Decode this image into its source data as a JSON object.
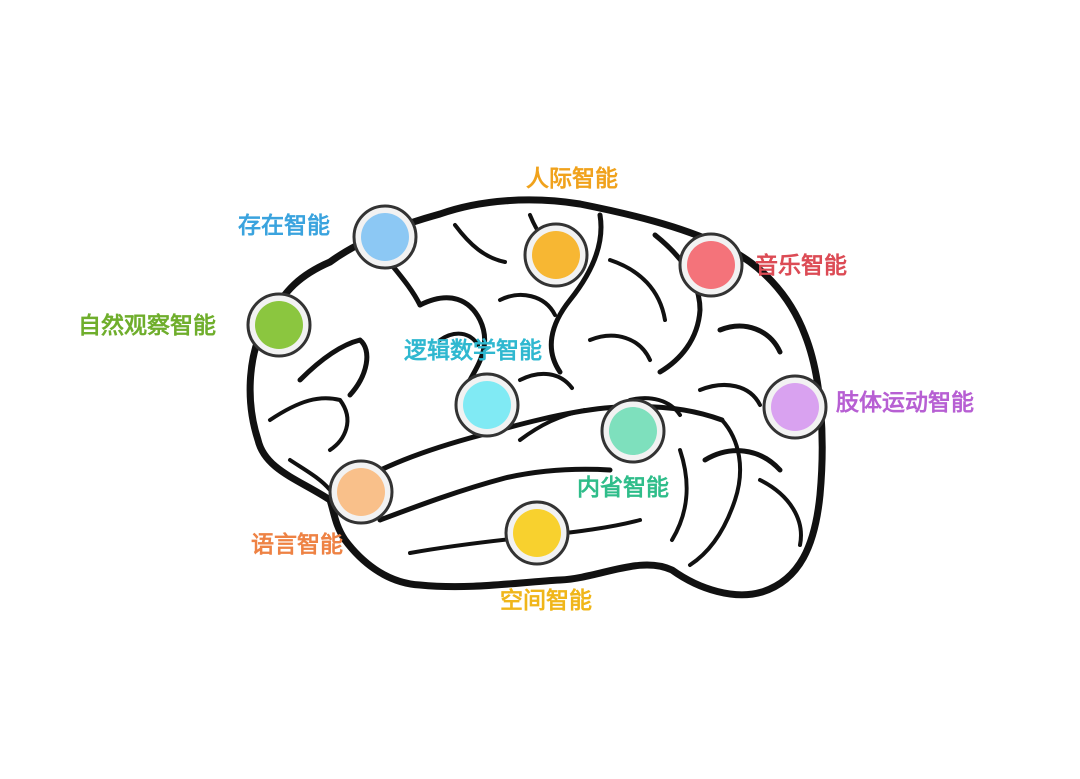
{
  "diagram": {
    "nodes": [
      {
        "id": "existential",
        "label": "存在智能",
        "color": "#8cc8f4",
        "label_color": "#3aa3de"
      },
      {
        "id": "interpersonal",
        "label": "人际智能",
        "color": "#f7b733",
        "label_color": "#f0a21c"
      },
      {
        "id": "musical",
        "label": "音乐智能",
        "color": "#f4737a",
        "label_color": "#dc4b55"
      },
      {
        "id": "naturalist",
        "label": "自然观察智能",
        "color": "#8bc63f",
        "label_color": "#6fae2c"
      },
      {
        "id": "logical",
        "label": "逻辑数学智能",
        "color": "#80eaf4",
        "label_color": "#2fb8d0"
      },
      {
        "id": "bodily",
        "label": "肢体运动智能",
        "color": "#d9a2f0",
        "label_color": "#b75fd3"
      },
      {
        "id": "intrapersonal",
        "label": "内省智能",
        "color": "#7ee0bd",
        "label_color": "#2fbd8a"
      },
      {
        "id": "linguistic",
        "label": "语言智能",
        "color": "#f9c08a",
        "label_color": "#ee8244"
      },
      {
        "id": "spatial",
        "label": "空间智能",
        "color": "#f8d12e",
        "label_color": "#f0b61a"
      }
    ]
  }
}
